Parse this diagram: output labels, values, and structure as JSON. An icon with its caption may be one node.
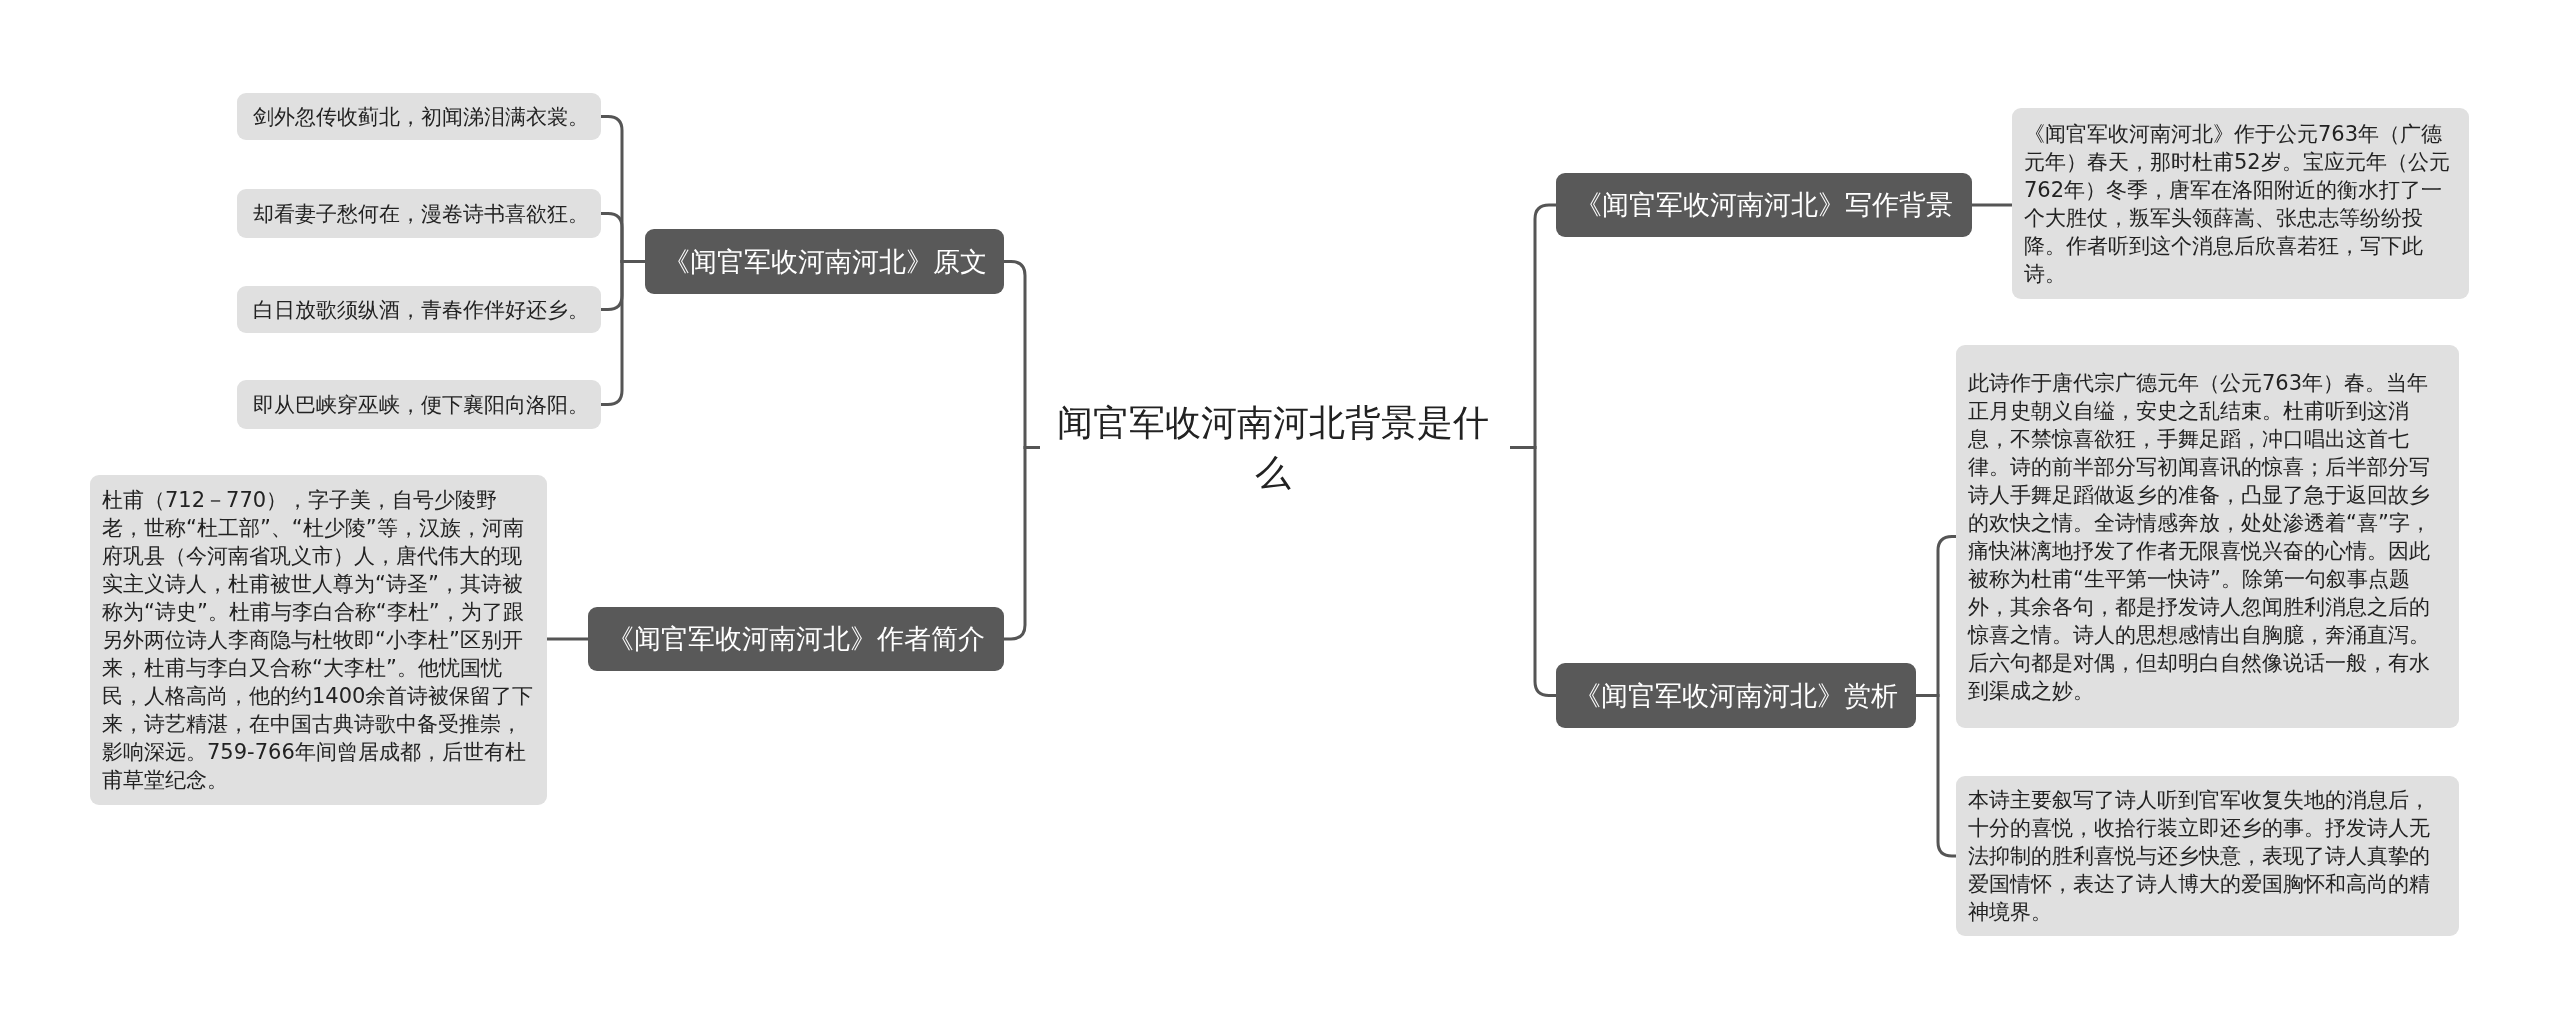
{
  "diagram": {
    "nodes": [
      {
        "text": [
          "闻官军收河南河北背景是什么"
        ]
      },
      {
        "text": [
          "《闻官军收河南河北》原文"
        ]
      },
      {
        "text": [
          "剑外忽传收蓟北，初闻涕泪满衣裳。"
        ]
      },
      {
        "text": [
          "却看妻子愁何在，漫卷诗书喜欲狂。"
        ]
      },
      {
        "text": [
          "白日放歌须纵酒，青春作伴好还乡。"
        ]
      },
      {
        "text": [
          "即从巴峡穿巫峡，便下襄阳向洛阳。"
        ]
      },
      {
        "text": [
          "《闻官军收河南河北》作者简介"
        ]
      },
      {
        "text": [
          "杜甫（712－770），字子美，自号少陵野老，世称“杜工部”、“杜少陵”等，汉族，河南府巩县（今河南省巩义市）人，唐代伟大的现实主义诗人，杜甫被世人尊为“诗圣”，其诗被称为“诗史”。杜甫与李白合称“李杜”，为了跟另外两位诗人李商隐与杜牧即“小李杜”区别开来，杜甫与李白又合称“大李杜”。他忧国忧民，人格高尚，他的约1400余首诗被保留了下来，诗艺精湛，在中国古典诗歌中备受推崇，影响深远。759-766年间曾居成都，后世有杜甫草堂纪念。"
        ]
      },
      {
        "text": [
          "《闻官军收河南河北》写作背景"
        ]
      },
      {
        "text": [
          "《闻官军收河南河北》作于公元763年（广德元年）春天，那时杜甫52岁。宝应元年（公元762年）冬季，唐军在洛阳附近的衡水打了一个大胜仗，叛军头领薛嵩、张忠志等纷纷投降。作者听到这个消息后欣喜若狂，写下此诗。"
        ]
      },
      {
        "text": [
          "《闻官军收河南河北》赏析"
        ]
      },
      {
        "text": [
          "此诗作于唐代宗广德元年（公元763年）春。当年正月史朝义自缢，安史之乱结束。杜甫听到这消息，不禁惊喜欲狂，手舞足蹈，冲口唱出这首七律。诗的前半部分写初闻喜讯的惊喜；后半部分写诗人手舞足蹈做返乡的准备，凸显了急于返回故乡的欢快之情。全诗情感奔放，处处渗透着“喜”字，痛快淋漓地抒发了作者无限喜悦兴奋的心情。因此被称为杜甫“生平第一快诗”。除第一句叙事点题外，其余各句，都是抒发诗人忽闻胜利消息之后的惊喜之情。诗人的思想感情出自胸臆，奔涌直泻。后六句都是对偶，但却明白自然像说话一般，有水到渠成之妙。"
        ]
      },
      {
        "text": [
          "本诗主要叙写了诗人听到官军收复失地的消息后，十分的喜悦，收拾行装立即还乡的事。抒发诗人无法抑制的胜利喜悦与还乡快意，表现了诗人真挚的爱国情怀，表达了诗人博大的爱国胸怀和高尚的精神境界。"
        ]
      }
    ],
    "edges": [
      {
        "from": 0,
        "to": 1,
        "arrow": "none"
      },
      {
        "from": 1,
        "to": 2,
        "arrow": "none"
      },
      {
        "from": 1,
        "to": 3,
        "arrow": "none"
      },
      {
        "from": 1,
        "to": 4,
        "arrow": "none"
      },
      {
        "from": 1,
        "to": 5,
        "arrow": "none"
      },
      {
        "from": 0,
        "to": 6,
        "arrow": "none"
      },
      {
        "from": 6,
        "to": 7,
        "arrow": "none"
      },
      {
        "from": 0,
        "to": 8,
        "arrow": "none"
      },
      {
        "from": 8,
        "to": 9,
        "arrow": "none"
      },
      {
        "from": 0,
        "to": 10,
        "arrow": "none"
      },
      {
        "from": 10,
        "to": 11,
        "arrow": "none"
      },
      {
        "from": 10,
        "to": 12,
        "arrow": "none"
      }
    ]
  }
}
